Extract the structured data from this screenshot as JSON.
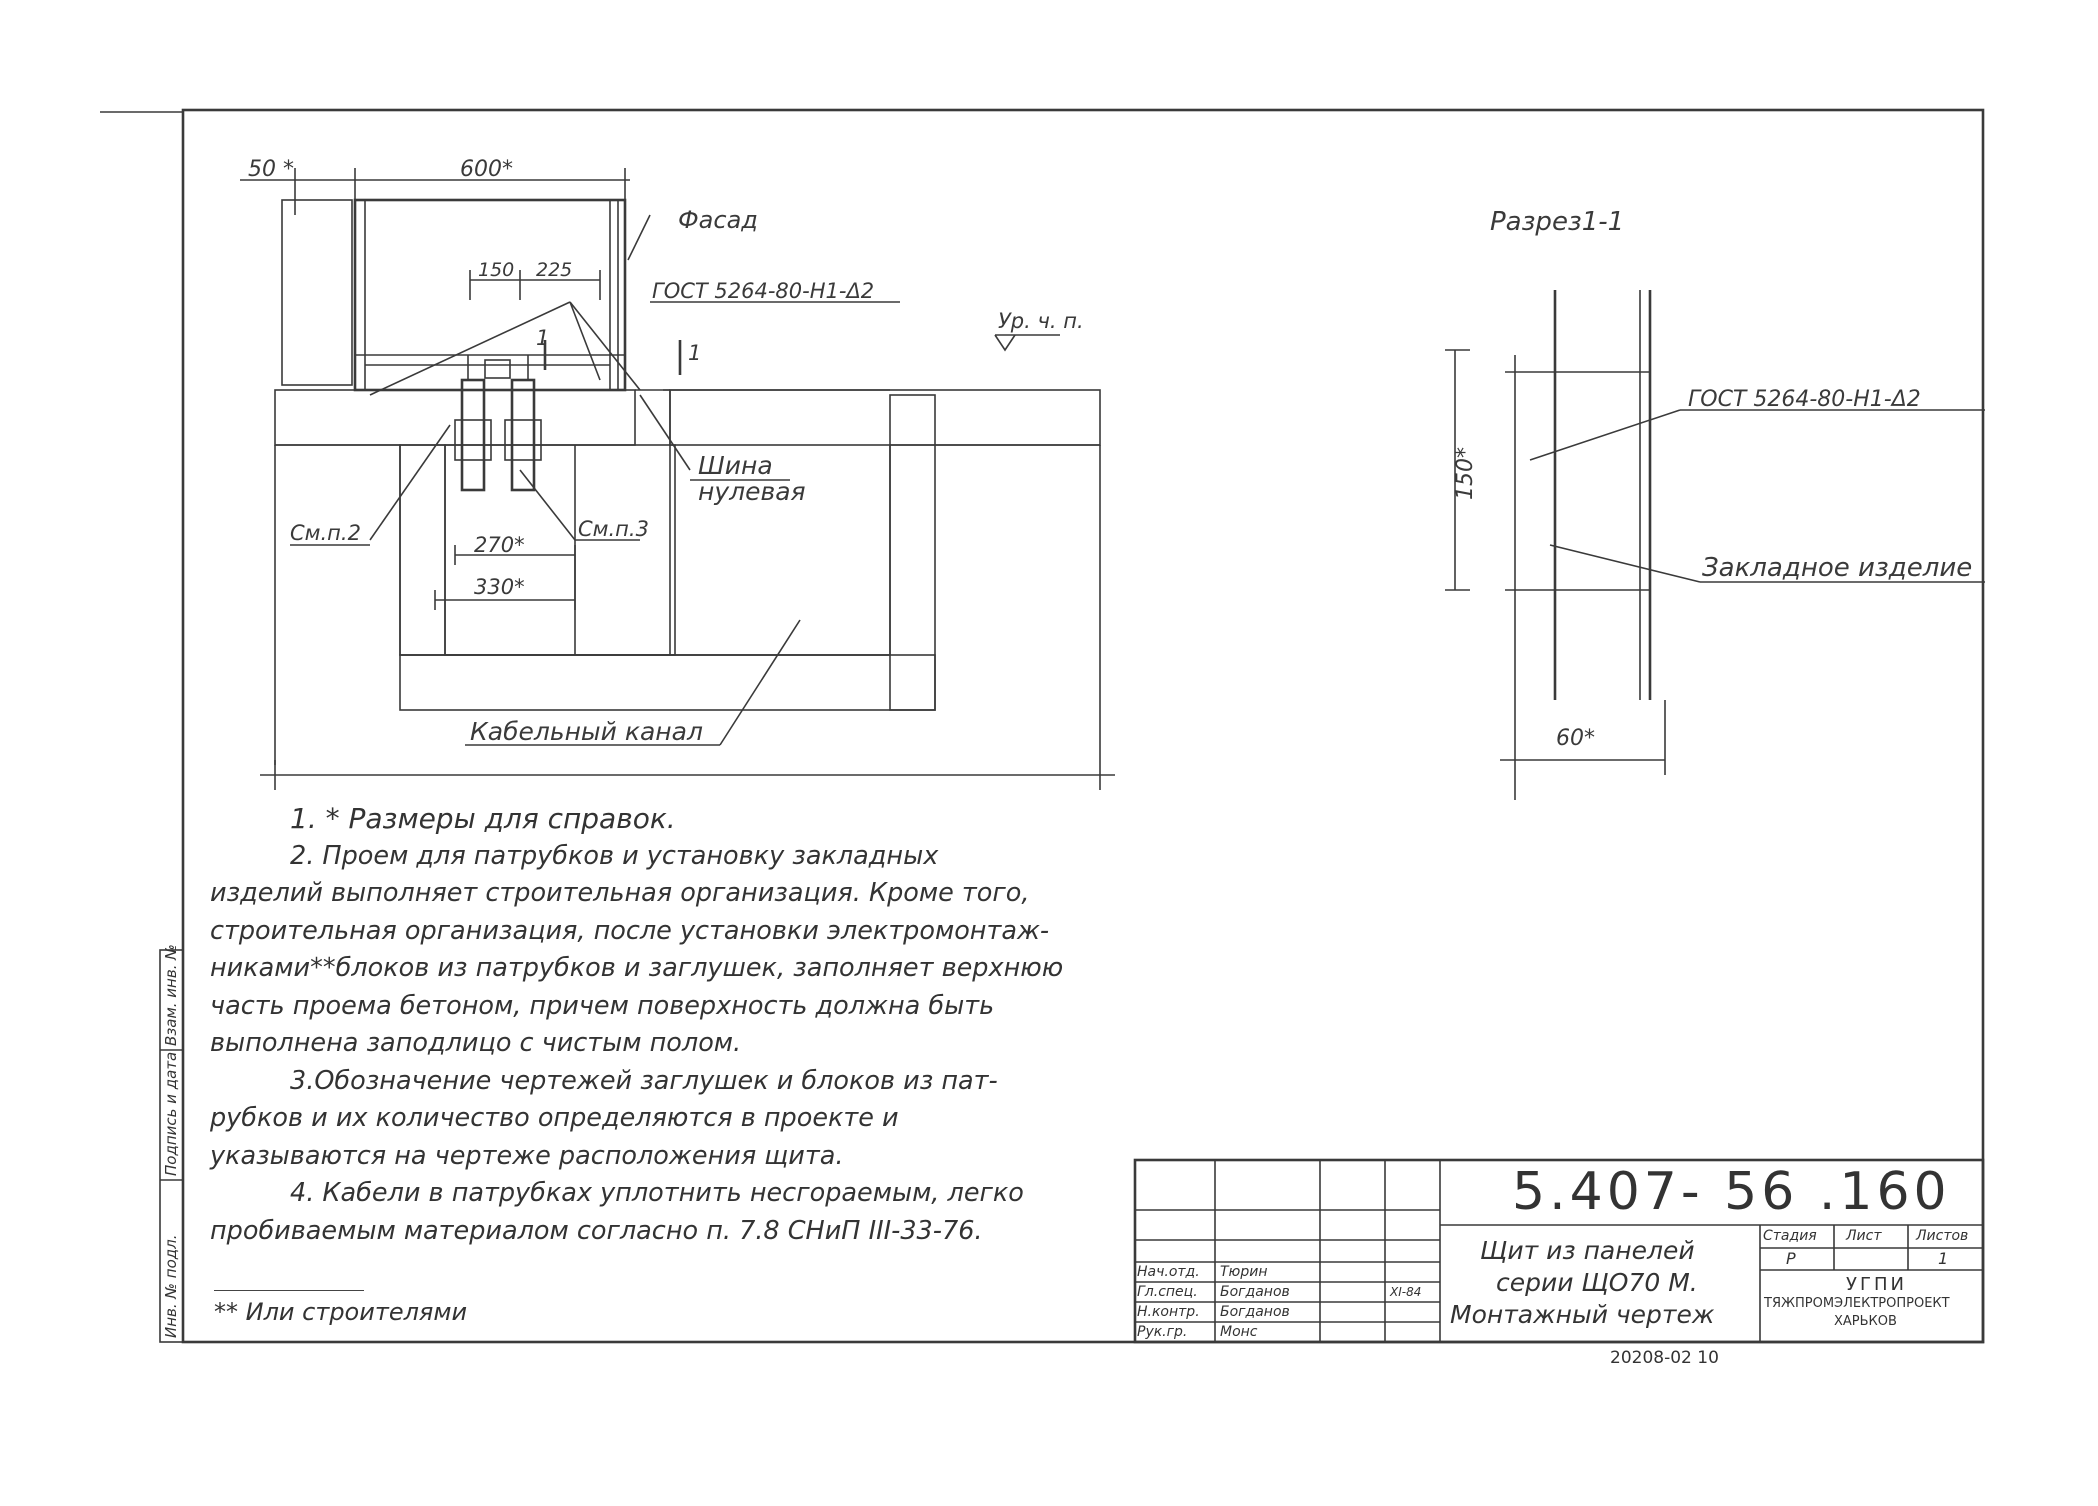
{
  "drawing": {
    "dims": {
      "d50": "50 *",
      "d600": "600*",
      "d150": "150",
      "d225": "225",
      "d270": "270*",
      "d330": "330*",
      "d150v": "150*",
      "d60": "60*"
    },
    "labels": {
      "facade": "Фасад",
      "gost_left": "ГОСТ 5264-80-Н1-Δ2",
      "floor_level": "Ур. ч. п.",
      "section_mark": "1",
      "bus_line1": "Шина",
      "bus_line2": "нулевая",
      "see_p2": "См.п.2",
      "see_p3": "См.п.3",
      "cable_channel": "Кабельный канал",
      "section_title": "Разрез1-1",
      "gost_right": "ГОСТ 5264-80-Н1-Δ2",
      "embedded": "Закладное изделие"
    }
  },
  "notes": [
    "1. * Размеры для справок.",
    "2. Проем для патрубков и установку закладных",
    "изделий выполняет строительная организация. Кроме того,",
    "строительная организация, после установки электромонтаж-",
    "никами**блоков из патрубков и заглушек, заполняет верхнюю",
    "часть проема бетоном, причем поверхность должна быть",
    "выполнена заподлицо с чистым полом.",
    "3.Обозначение чертежей заглушек и блоков из пат-",
    "рубков и их количество определяются в проекте и",
    "указываются на чертеже расположения щита.",
    "4. Кабели в патрубках уплотнить несгораемым, легко",
    "пробиваемым материалом согласно п. 7.8 СНиП III-33-76."
  ],
  "footnote": "** Или строителями",
  "side_stamp": {
    "inv_podl": "Инв. № подл.",
    "podpis": "Подпись и дата",
    "vzam": "Взам. инв. №"
  },
  "title_block": {
    "code": "5.407- 56 .160",
    "title_line1": "Щит из панелей",
    "title_line2": "серии  ЩО70 М.",
    "title_line3": "Монтажный  чертеж",
    "stage_header": "Стадия",
    "sheet_header": "Лист",
    "sheets_header": "Листов",
    "stage": "Р",
    "sheets": "1",
    "org1": "УГПИ",
    "org2": "ТЯЖПРОМЭЛЕКТРОПРОЕКТ",
    "org3": "ХАРЬКОВ",
    "roles": [
      {
        "role": "Нач.отд.",
        "name": "Тюрин",
        "date": ""
      },
      {
        "role": "Гл.спец.",
        "name": "Богданов",
        "date": "XI-84"
      },
      {
        "role": "Н.контр.",
        "name": "Богданов",
        "date": ""
      },
      {
        "role": "Рук.гр.",
        "name": "Монс",
        "date": ""
      }
    ],
    "archive": "20208-02   10"
  }
}
